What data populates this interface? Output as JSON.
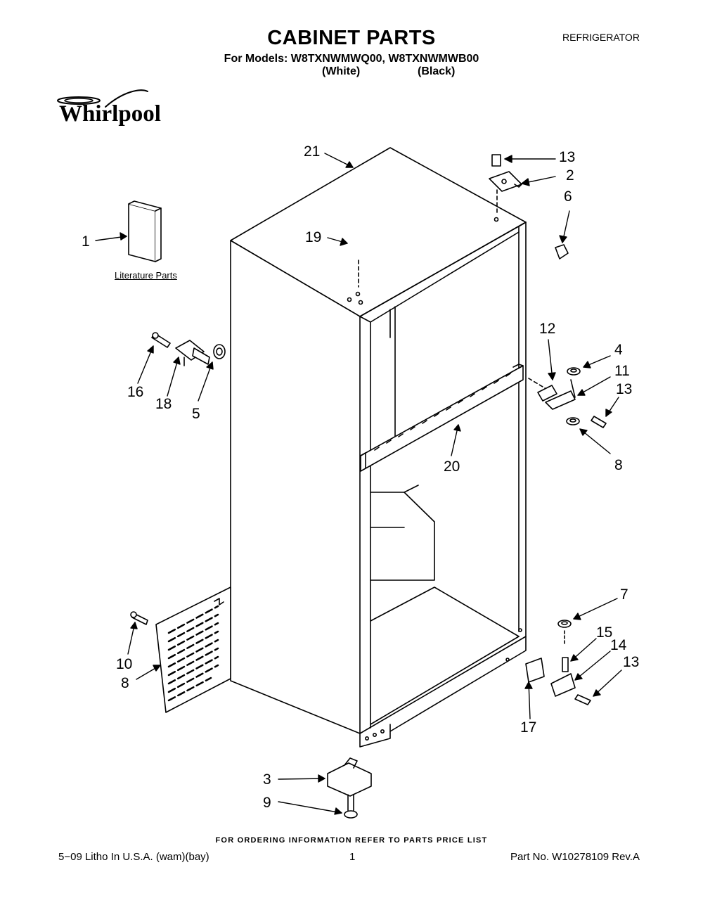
{
  "header": {
    "title": "CABINET PARTS",
    "models_line": "For Models: W8TXNWMWQ00, W8TXNWMWB00",
    "variant_white": "(White)",
    "variant_black": "(Black)",
    "category": "REFRIGERATOR"
  },
  "brand": {
    "logo_text": "Whirlpool"
  },
  "literature_label": "Literature Parts",
  "callouts": {
    "c21": "21",
    "c13a": "13",
    "c2": "2",
    "c6": "6",
    "c1": "1",
    "c19": "19",
    "c12": "12",
    "c4": "4",
    "c11": "11",
    "c13b": "13",
    "c8a": "8",
    "c16": "16",
    "c18": "18",
    "c5": "5",
    "c20": "20",
    "c7": "7",
    "c15": "15",
    "c14": "14",
    "c13c": "13",
    "c10": "10",
    "c8b": "8",
    "c17": "17",
    "c3": "3",
    "c9": "9"
  },
  "footer": {
    "note": "FOR ORDERING INFORMATION REFER TO PARTS PRICE LIST",
    "litho": "5−09 Litho In U.S.A. (wam)(bay)",
    "page": "1",
    "part_no": "Part No. W10278109 Rev.A"
  }
}
